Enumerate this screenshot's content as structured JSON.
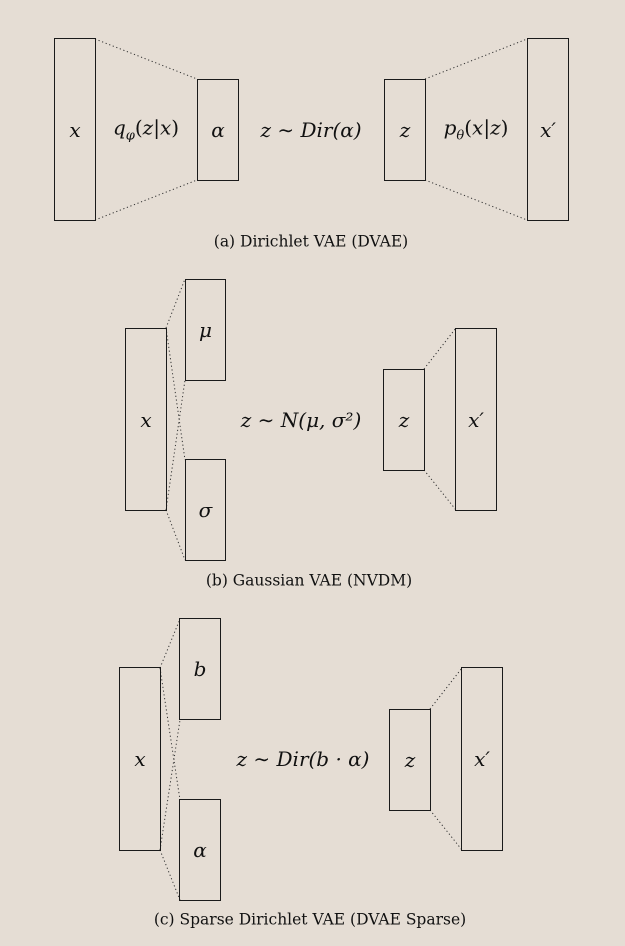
{
  "panel_a": {
    "encoder_input": "x",
    "encoder_label": "q_φ(z|x)",
    "param": "α",
    "sampling": "z ∼ Dir(α)",
    "latent": "z",
    "decoder_label": "p_θ(x|z)",
    "output": "x′",
    "caption": "(a) Dirichlet VAE (DVAE)"
  },
  "panel_b": {
    "encoder_input": "x",
    "param_top": "μ",
    "param_bottom": "σ",
    "sampling": "z ∼ N(μ, σ²)",
    "latent": "z",
    "output": "x′",
    "caption": "(b) Gaussian VAE (NVDM)"
  },
  "panel_c": {
    "encoder_input": "x",
    "param_top": "b",
    "param_bottom": "α",
    "sampling": "z ∼ Dir(b · α)",
    "latent": "z",
    "output": "x′",
    "caption": "(c) Sparse Dirichlet VAE (DVAE Sparse)"
  }
}
